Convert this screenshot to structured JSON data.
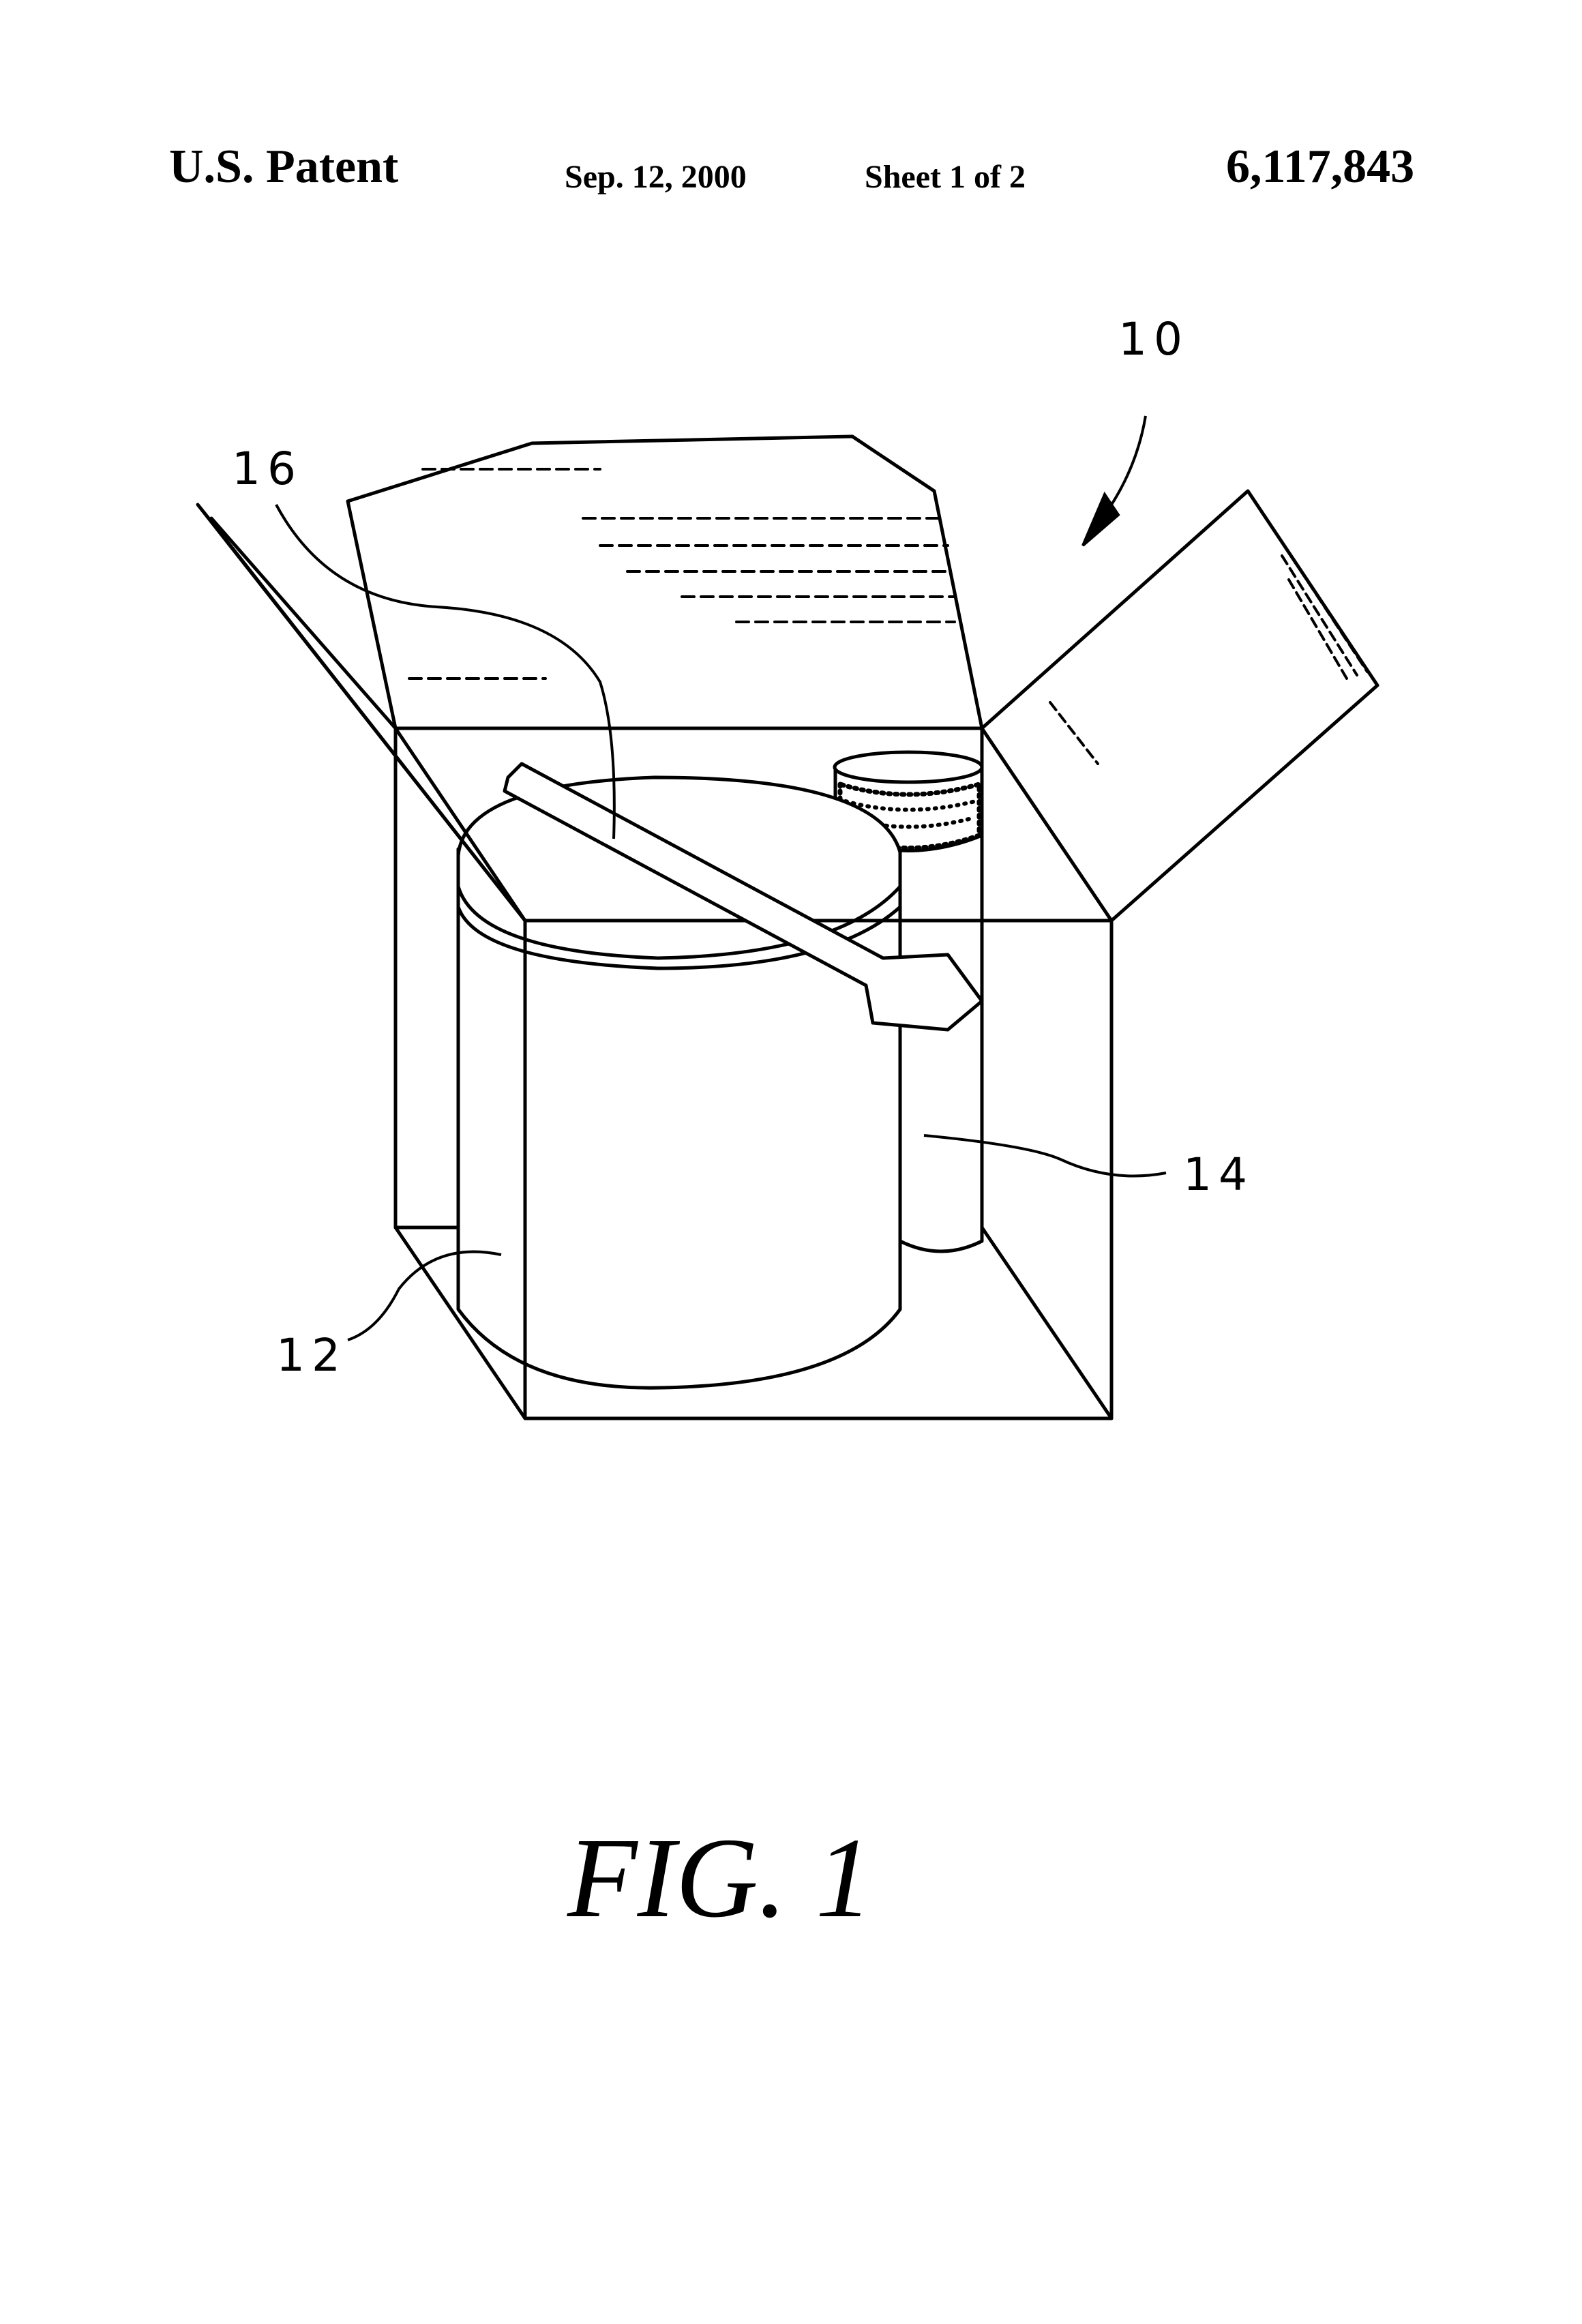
{
  "header": {
    "office": "U.S. Patent",
    "date": "Sep. 12, 2000",
    "sheet": "Sheet 1 of 2",
    "patent_number": "6,117,843"
  },
  "figure": {
    "caption": "FIG. 1",
    "reference_numerals": {
      "assembly": "10",
      "container": "12",
      "cup": "14",
      "spatula": "16"
    }
  }
}
